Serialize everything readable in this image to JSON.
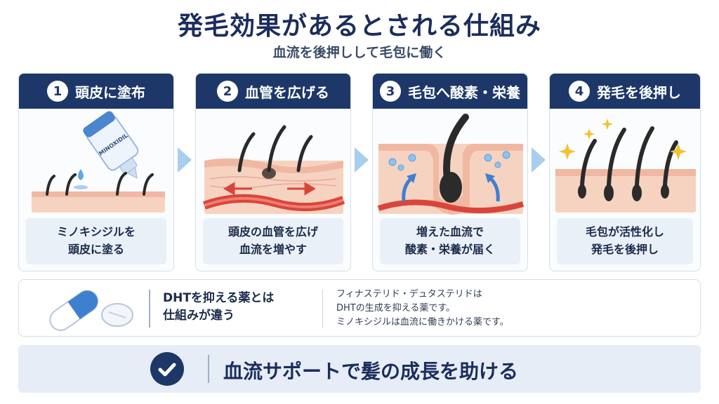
{
  "title": "発毛効果があるとされる仕組み",
  "subtitle": "血流を後押しして毛包に働く",
  "steps": [
    {
      "num": "1",
      "title": "頭皮に塗布",
      "desc_line1": "ミノキシジルを",
      "desc_line2": "頭皮に塗る",
      "bottle_label": "MINOXIDIL"
    },
    {
      "num": "2",
      "title": "血管を広げる",
      "desc_line1": "頭皮の血管を広げ",
      "desc_line2": "血流を増やす"
    },
    {
      "num": "3",
      "title": "毛包へ酸素・栄養",
      "desc_line1": "増えた血流で",
      "desc_line2": "酸素・栄養が届く"
    },
    {
      "num": "4",
      "title": "発毛を後押し",
      "desc_line1": "毛包が活性化し",
      "desc_line2": "発毛を後押し"
    }
  ],
  "info": {
    "main_line1": "DHTを抑える薬とは",
    "main_line2": "仕組みが違う",
    "sub_line1": "フィナステリド・デュタステリドは",
    "sub_line2": "DHTの生成を抑える薬です。",
    "sub_line3": "ミノキシジルは血流に働きかける薬です。"
  },
  "banner": {
    "text": "血流サポートで髪の成長を助ける"
  },
  "colors": {
    "navy": "#1d3768",
    "arrow": "#a9cdee",
    "skin": "#f6d3c0",
    "vessel": "#d9453a",
    "blue": "#3f7fd0"
  }
}
